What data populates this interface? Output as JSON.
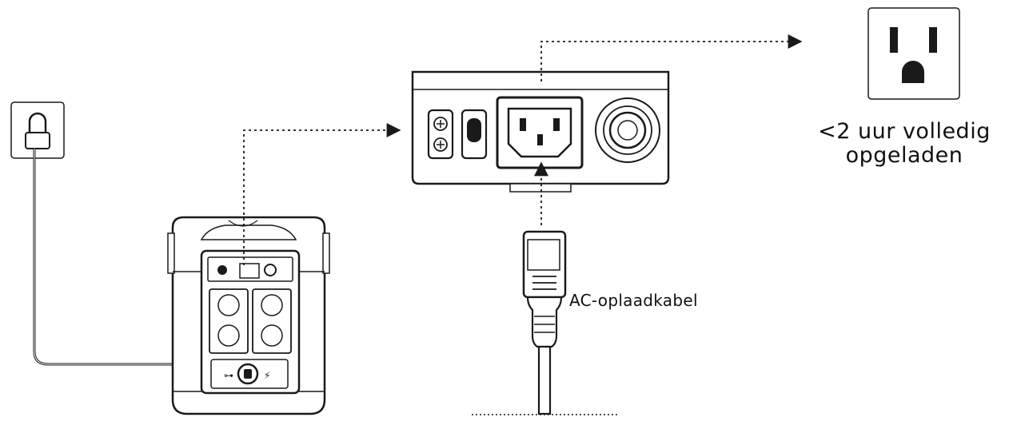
{
  "labels": {
    "charge_time_line1": "<2 uur volledig",
    "charge_time_line2": "opgeladen",
    "cable": "AC-oplaadkabel"
  },
  "colors": {
    "stroke": "#1a1a1a",
    "background": "#ffffff"
  }
}
